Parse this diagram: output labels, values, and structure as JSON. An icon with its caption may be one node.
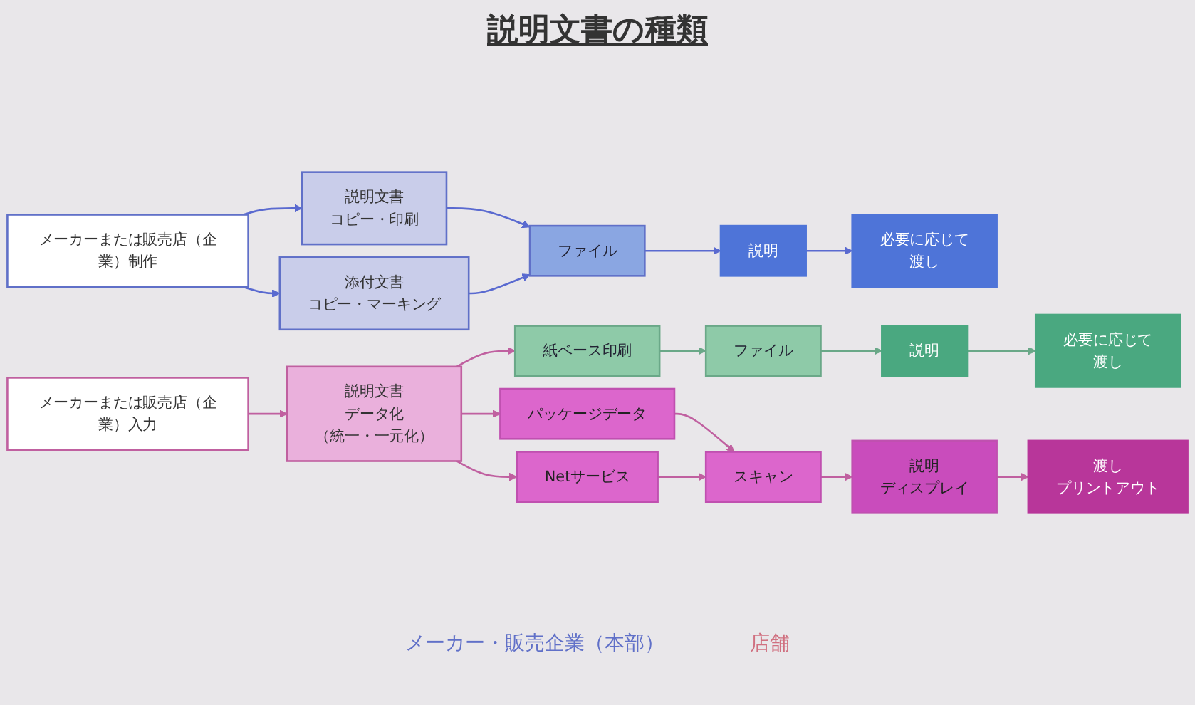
{
  "diagram": {
    "title": "説明文書の種類",
    "nodes": [
      {
        "text": [
          "メーカーまたは販売店（企業）制作"
        ]
      },
      {
        "text": [
          "説明文書",
          "コピー・印刷"
        ]
      },
      {
        "text": [
          "添付文書",
          "コピー・マーキング"
        ]
      },
      {
        "text": [
          "ファイル"
        ]
      },
      {
        "text": [
          "説明"
        ]
      },
      {
        "text": [
          "必要に応じて",
          "渡し"
        ]
      },
      {
        "text": [
          "メーカーまたは販売店（企業）入力"
        ]
      },
      {
        "text": [
          "説明文書",
          "データ化",
          "（統一・一元化）"
        ]
      },
      {
        "text": [
          "紙ベース印刷"
        ]
      },
      {
        "text": [
          "ファイル"
        ]
      },
      {
        "text": [
          "説明"
        ]
      },
      {
        "text": [
          "必要に応じて",
          "渡し"
        ]
      },
      {
        "text": [
          "パッケージデータ"
        ]
      },
      {
        "text": [
          "Netサービス"
        ]
      },
      {
        "text": [
          "スキャン"
        ]
      },
      {
        "text": [
          "説明",
          "ディスプレイ"
        ]
      },
      {
        "text": [
          "渡し",
          "プリントアウト"
        ]
      }
    ],
    "edges": [
      {
        "from": 0,
        "to": 1,
        "arrow": "to",
        "color": "#5a6ad0"
      },
      {
        "from": 0,
        "to": 2,
        "arrow": "to",
        "color": "#5a6ad0"
      },
      {
        "from": 1,
        "to": 3,
        "arrow": "to",
        "color": "#5a6ad0"
      },
      {
        "from": 2,
        "to": 3,
        "arrow": "to",
        "color": "#5a6ad0"
      },
      {
        "from": 3,
        "to": 4,
        "arrow": "to",
        "color": "#5a6ad0"
      },
      {
        "from": 4,
        "to": 5,
        "arrow": "to",
        "color": "#5a6ad0"
      },
      {
        "from": 6,
        "to": 7,
        "arrow": "to"
      },
      {
        "from": 7,
        "to": 8,
        "arrow": "to"
      },
      {
        "from": 7,
        "to": 12,
        "arrow": "to"
      },
      {
        "from": 7,
        "to": 13,
        "arrow": "to"
      },
      {
        "from": 8,
        "to": 9,
        "arrow": "to",
        "color": "#6aa888"
      },
      {
        "from": 9,
        "to": 10,
        "arrow": "to",
        "color": "#6aa888"
      },
      {
        "from": 10,
        "to": 11,
        "arrow": "to",
        "color": "#6aa888"
      },
      {
        "from": 12,
        "to": 14,
        "arrow": "to"
      },
      {
        "from": 13,
        "to": 14,
        "arrow": "to"
      },
      {
        "from": 14,
        "to": 15,
        "arrow": "to"
      },
      {
        "from": 15,
        "to": 16,
        "arrow": "to"
      }
    ],
    "labels": [
      "メーカー・販売企業（本部）",
      "店舗"
    ]
  }
}
